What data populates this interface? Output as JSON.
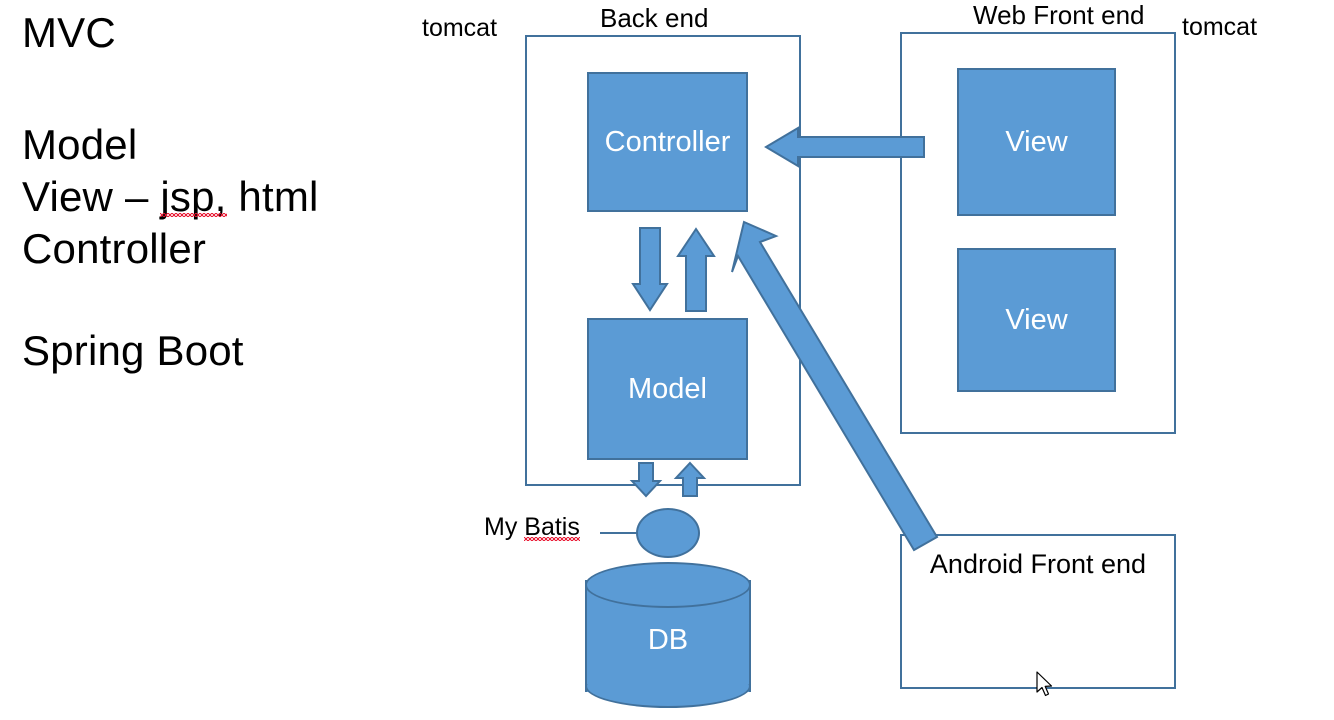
{
  "slide": {
    "background": "#ffffff",
    "shape_fill": "#5B9BD5",
    "shape_outline": "#41719C",
    "text_color": "#000000",
    "shape_text_color": "#ffffff",
    "spellcheck_underline_color": "#e8112d"
  },
  "left_text": {
    "line1": "MVC",
    "line2": "Model",
    "line3_prefix": "View – ",
    "line3_misspelled": "jsp,",
    "line3_suffix": " html",
    "line4": "Controller",
    "line5": "Spring Boot"
  },
  "labels": {
    "tomcat_left": "tomcat",
    "tomcat_right": "tomcat",
    "back_end": "Back end",
    "web_front_end": "Web Front end",
    "android_front_end": "Android Front end",
    "mybatis_prefix": "My ",
    "mybatis_misspelled": "Batis"
  },
  "shapes": {
    "controller": "Controller",
    "model": "Model",
    "view_top": "View",
    "view_bottom": "View",
    "db": "DB"
  },
  "icons": {
    "cursor": "mouse-pointer-icon",
    "db": "database-cylinder-icon",
    "mybatis_node": "circle-node-icon"
  },
  "arrows": [
    {
      "name": "view-to-controller",
      "direction": "left",
      "from": "Web Front end",
      "to": "Controller"
    },
    {
      "name": "controller-to-model",
      "direction": "down",
      "from": "Controller",
      "to": "Model"
    },
    {
      "name": "model-to-controller",
      "direction": "up",
      "from": "Model",
      "to": "Controller"
    },
    {
      "name": "model-to-db",
      "direction": "down",
      "from": "Model",
      "to": "DB"
    },
    {
      "name": "db-to-model",
      "direction": "up",
      "from": "DB",
      "to": "Model"
    },
    {
      "name": "android-to-controller",
      "direction": "diagonal-up-left",
      "from": "Android Front end",
      "to": "Controller"
    }
  ]
}
